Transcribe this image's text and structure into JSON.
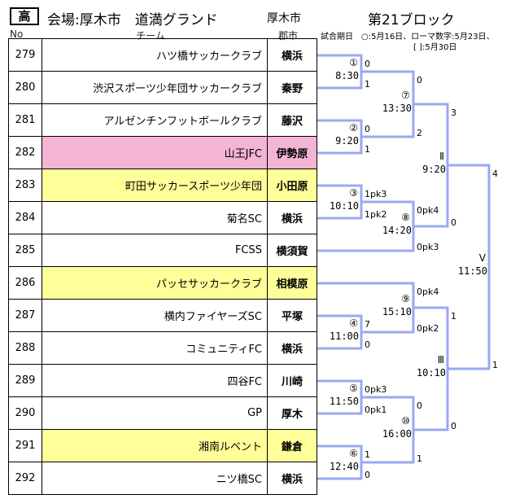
{
  "header": {
    "badge": "高",
    "venue": "会場:厚木市　道満グランド",
    "city": "厚木市",
    "block": "第21ブロック"
  },
  "columns": {
    "no": "No",
    "team": "チーム",
    "city": "郡市"
  },
  "schedule_note_1": "試合期日　○:5月16日、ローマ数字:5月23日、",
  "schedule_note_2": "[ ]:5月30日",
  "rows": [
    {
      "no": "279",
      "team": "ハツ橋サッカークラブ",
      "city": "横浜",
      "hl": ""
    },
    {
      "no": "280",
      "team": "渋沢スポーツ少年団サッカークラブ",
      "city": "秦野",
      "hl": ""
    },
    {
      "no": "281",
      "team": "アルゼンチンフットボールクラブ",
      "city": "藤沢",
      "hl": ""
    },
    {
      "no": "282",
      "team": "山王JFC",
      "city": "伊勢原",
      "hl": "pink"
    },
    {
      "no": "283",
      "team": "町田サッカースポーツ少年団",
      "city": "小田原",
      "hl": "yellow"
    },
    {
      "no": "284",
      "team": "菊名SC",
      "city": "横浜",
      "hl": ""
    },
    {
      "no": "285",
      "team": "FCSS",
      "city": "横須賀",
      "hl": ""
    },
    {
      "no": "286",
      "team": "パッセサッカークラブ",
      "city": "相模原",
      "hl": "yellow"
    },
    {
      "no": "287",
      "team": "横内ファイヤーズSC",
      "city": "平塚",
      "hl": ""
    },
    {
      "no": "288",
      "team": "コミュニティFC",
      "city": "横浜",
      "hl": ""
    },
    {
      "no": "289",
      "team": "四谷FC",
      "city": "川崎",
      "hl": ""
    },
    {
      "no": "290",
      "team": "GP",
      "city": "厚木",
      "hl": ""
    },
    {
      "no": "291",
      "team": "湘南ルベント",
      "city": "鎌倉",
      "hl": "yellow"
    },
    {
      "no": "292",
      "team": "ニツ橋SC",
      "city": "横浜",
      "hl": ""
    }
  ],
  "matches": [
    {
      "mark": "①",
      "time": "8:30",
      "s1": "0",
      "s2": "1"
    },
    {
      "mark": "②",
      "time": "9:20",
      "s1": "0",
      "s2": "1"
    },
    {
      "mark": "③",
      "time": "10:10",
      "s1": "1pk3",
      "s2": "1pk2"
    },
    {
      "mark": "④",
      "time": "11:00",
      "s1": "7",
      "s2": "0"
    },
    {
      "mark": "⑤",
      "time": "11:50",
      "s1": "0pk3",
      "s2": "0pk1"
    },
    {
      "mark": "⑥",
      "time": "12:40",
      "s1": "1",
      "s2": "0"
    },
    {
      "mark": "⑦",
      "time": "13:30",
      "s1": "0",
      "s2": "2"
    },
    {
      "mark": "⑧",
      "time": "14:20",
      "s1": "0pk4",
      "s2": "0pk3"
    },
    {
      "mark": "⑨",
      "time": "15:10",
      "s1": "0pk4",
      "s2": "0pk2"
    },
    {
      "mark": "⑩",
      "time": "16:00",
      "s1": "0",
      "s2": "1"
    },
    {
      "mark": "Ⅱ",
      "time": "9:20",
      "s1": "3",
      "s2": "0"
    },
    {
      "mark": "Ⅲ",
      "time": "10:10",
      "s1": "1",
      "s2": "0"
    },
    {
      "mark": "Ⅴ",
      "time": "11:50",
      "s1": "4",
      "s2": "1"
    }
  ],
  "colors": {
    "bracket": "#99a8f2",
    "pink": "#f4b4d4",
    "yellow": "#ffff99"
  }
}
